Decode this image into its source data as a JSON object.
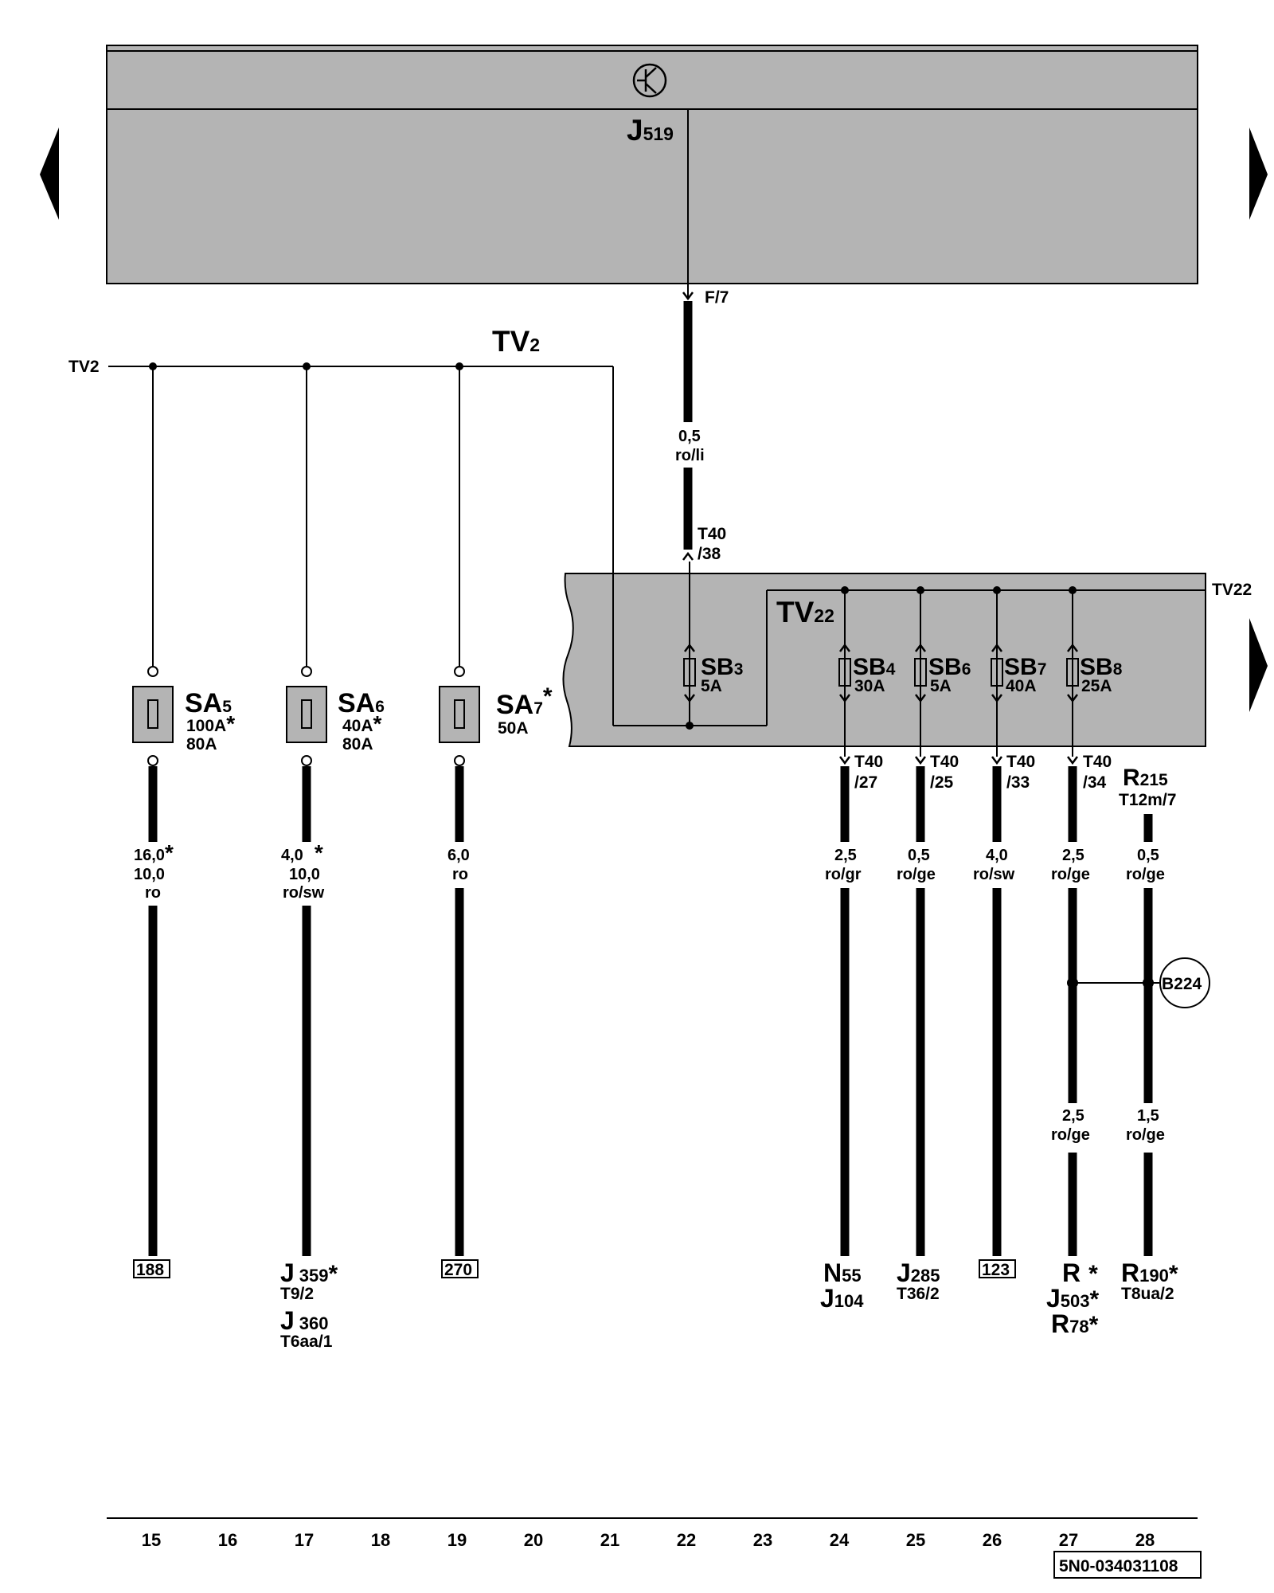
{
  "control_unit": {
    "name": "J",
    "sub": "519",
    "pin": "F/7"
  },
  "tv2": {
    "name": "TV",
    "sub": "2",
    "side_label": "TV2"
  },
  "tv22": {
    "name": "TV",
    "sub": "22",
    "side_label": "TV22"
  },
  "top_wire": {
    "gauge": "0,5",
    "color": "ro/li",
    "connector": "T40",
    "pin": "/38"
  },
  "fuses_a": [
    {
      "name": "SA",
      "sub": "5",
      "star": "",
      "rating1": "100A",
      "rating1_star": "*",
      "rating2": "80A",
      "gauge1": "16,0",
      "gauge1_star": "*",
      "gauge2": "10,0",
      "color": "ro",
      "target": "188"
    },
    {
      "name": "SA",
      "sub": "6",
      "star": "",
      "rating1": "40A",
      "rating1_star": "*",
      "rating2": "80A",
      "gauge1": "4,0",
      "gauge1_star": "*",
      "gauge2": "10,0",
      "color": "ro/sw"
    },
    {
      "name": "SA",
      "sub": "7",
      "star": "*",
      "rating1": "50A",
      "rating1_star": "",
      "rating2": "",
      "gauge1": "6,0",
      "gauge1_star": "",
      "gauge2": "",
      "color": "ro",
      "target": "270"
    }
  ],
  "fuses_b": [
    {
      "name": "SB",
      "sub": "3",
      "rating": "5A"
    },
    {
      "name": "SB",
      "sub": "4",
      "rating": "30A",
      "connector": "T40",
      "pin": "/27",
      "gauge": "2,5",
      "color": "ro/gr"
    },
    {
      "name": "SB",
      "sub": "6",
      "rating": "5A",
      "connector": "T40",
      "pin": "/25",
      "gauge": "0,5",
      "color": "ro/ge"
    },
    {
      "name": "SB",
      "sub": "7",
      "rating": "40A",
      "connector": "T40",
      "pin": "/33",
      "gauge": "4,0",
      "color": "ro/sw"
    },
    {
      "name": "SB",
      "sub": "8",
      "rating": "25A",
      "connector": "T40",
      "pin": "/34",
      "gauge": "2,5",
      "color": "ro/ge"
    }
  ],
  "r215": {
    "name": "R",
    "sub": "215",
    "connector": "T12m/7",
    "gauge": "0,5",
    "color": "ro/ge"
  },
  "splice": {
    "label": "B224"
  },
  "lower_wires": [
    {
      "gauge": "2,5",
      "color": "ro/ge"
    },
    {
      "gauge": "1,5",
      "color": "ro/ge"
    }
  ],
  "targets": {
    "j359": {
      "name": "J",
      "sub": "359",
      "star": "*",
      "pin": "T9/2"
    },
    "j360": {
      "name": "J",
      "sub": "360",
      "pin": "T6aa/1"
    },
    "n55": {
      "name": "N",
      "sub": "55"
    },
    "j104": {
      "name": "J",
      "sub": "104"
    },
    "j285": {
      "name": "J",
      "sub": "285",
      "pin": "T36/2"
    },
    "box123": "123",
    "r": {
      "name": "R",
      "star": "*"
    },
    "j503": {
      "name": "J",
      "sub": "503",
      "star": "*"
    },
    "r78": {
      "name": "R",
      "sub": "78",
      "star": "*"
    },
    "r190": {
      "name": "R",
      "sub": "190",
      "star": "*",
      "pin": "T8ua/2"
    }
  },
  "columns": [
    "15",
    "16",
    "17",
    "18",
    "19",
    "20",
    "21",
    "22",
    "23",
    "24",
    "25",
    "26",
    "27",
    "28"
  ],
  "doc_id": "5N0-034031108"
}
